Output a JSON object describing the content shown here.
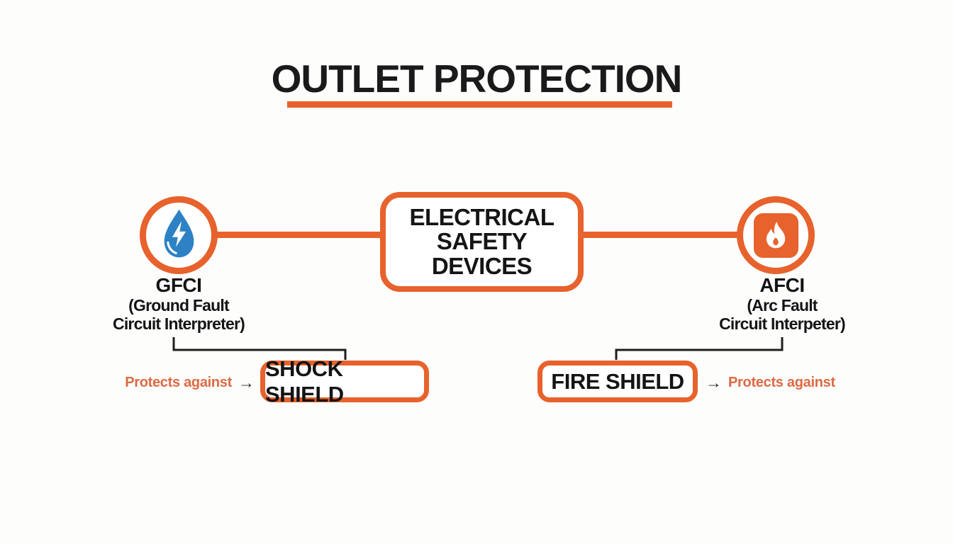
{
  "title": {
    "text": "OUTLET PROTECTION"
  },
  "colors": {
    "accent_orange": "#E7622C",
    "orange_label_text": "#DC6A43",
    "drop_blue": "#2C82C4",
    "text_black": "#1B1B1B",
    "background": "#FDFDFC"
  },
  "hub": {
    "line1": "ELECTRICAL",
    "line2": "SAFETY",
    "line3": "DEVICES"
  },
  "gfci": {
    "icon": "water-drop-bolt-icon",
    "acronym": "GFCI",
    "sub1": "(Ground Fault",
    "sub2": "Circuit Interpreter)",
    "protects": "Protects against",
    "arrow": "→",
    "shield": "SHOCK SHIELD"
  },
  "afci": {
    "icon": "flame-icon",
    "acronym": "AFCI",
    "sub1": "(Arc Fault",
    "sub2": "Circuit Interpeter)",
    "protects": "Protects against",
    "arrow": "→",
    "shield": "FIRE SHIELD"
  }
}
